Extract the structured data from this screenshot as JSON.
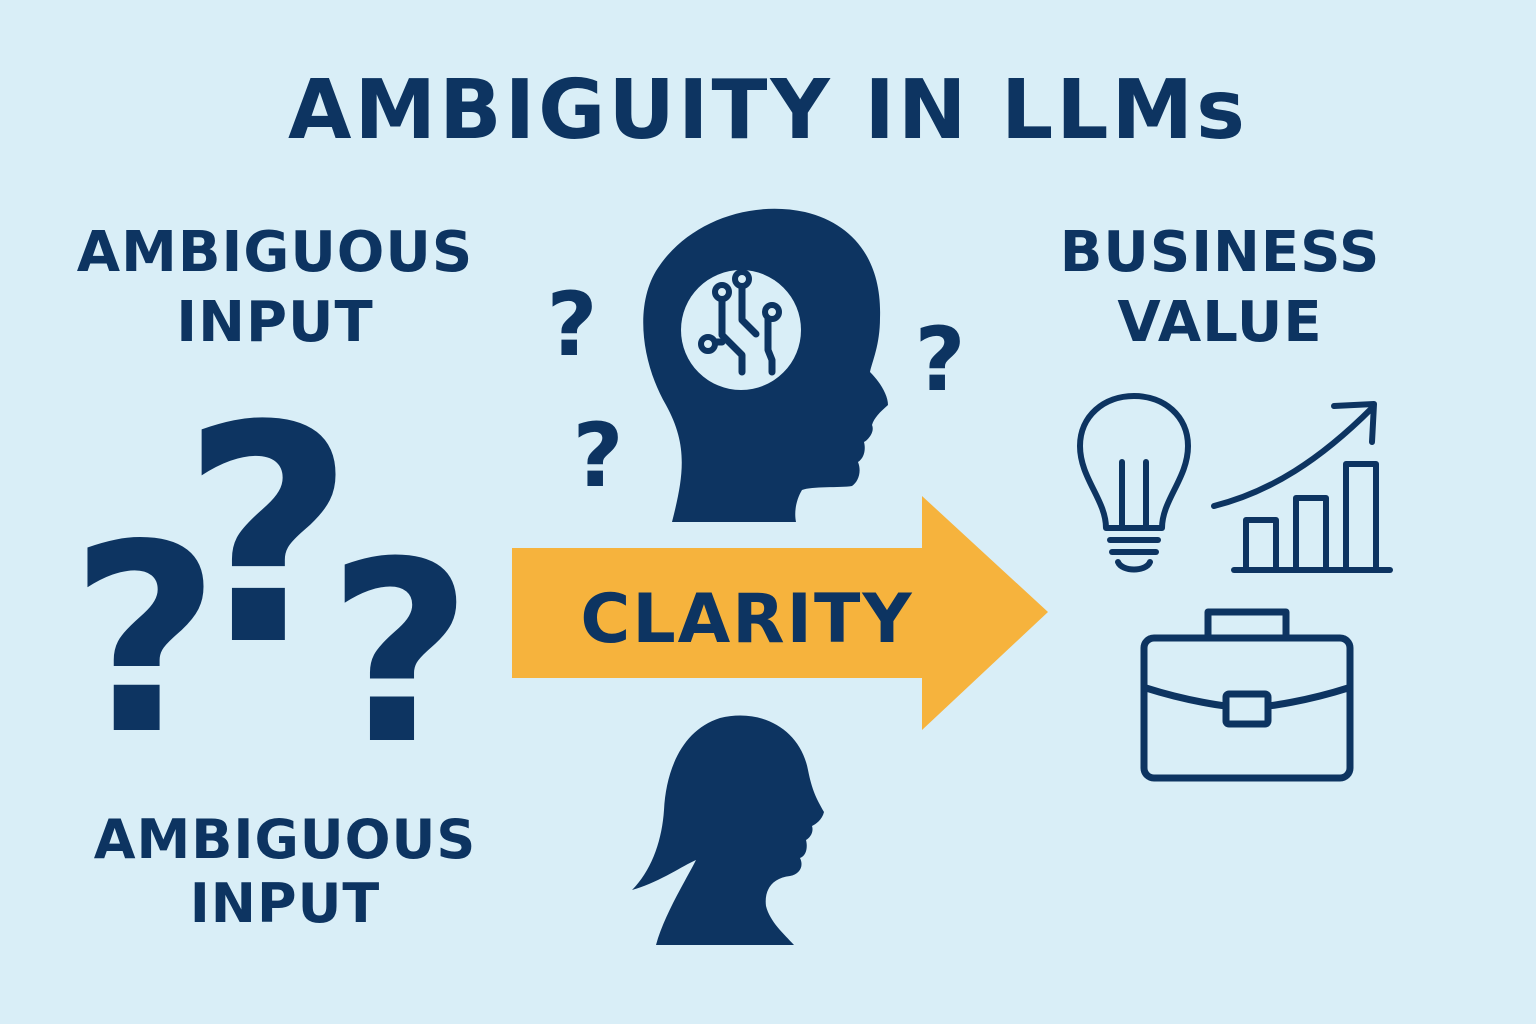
{
  "title": {
    "main": "AMBIGUITY IN LL",
    "suffix": "Ms"
  },
  "left_top_label": [
    "AMBIGUOUS",
    "INPUT"
  ],
  "left_bottom_label": [
    "AMBIGUOUS",
    "INPUT"
  ],
  "right_label": [
    "BUSINESS",
    "VALUE"
  ],
  "arrow_label": "CLARITY",
  "question_marks": [
    "?",
    "?",
    "?",
    "?",
    "?",
    "?"
  ],
  "colors": {
    "background": "#d9eef7",
    "navy": "#0d3461",
    "arrow": "#f6b33d"
  },
  "icons": {
    "head": "ai-head-icon",
    "brain_chip": "circuit-brain-icon",
    "person": "person-silhouette-icon",
    "lightbulb": "lightbulb-icon",
    "growth_chart": "growth-chart-icon",
    "briefcase": "briefcase-icon",
    "arrow": "right-arrow-icon"
  }
}
